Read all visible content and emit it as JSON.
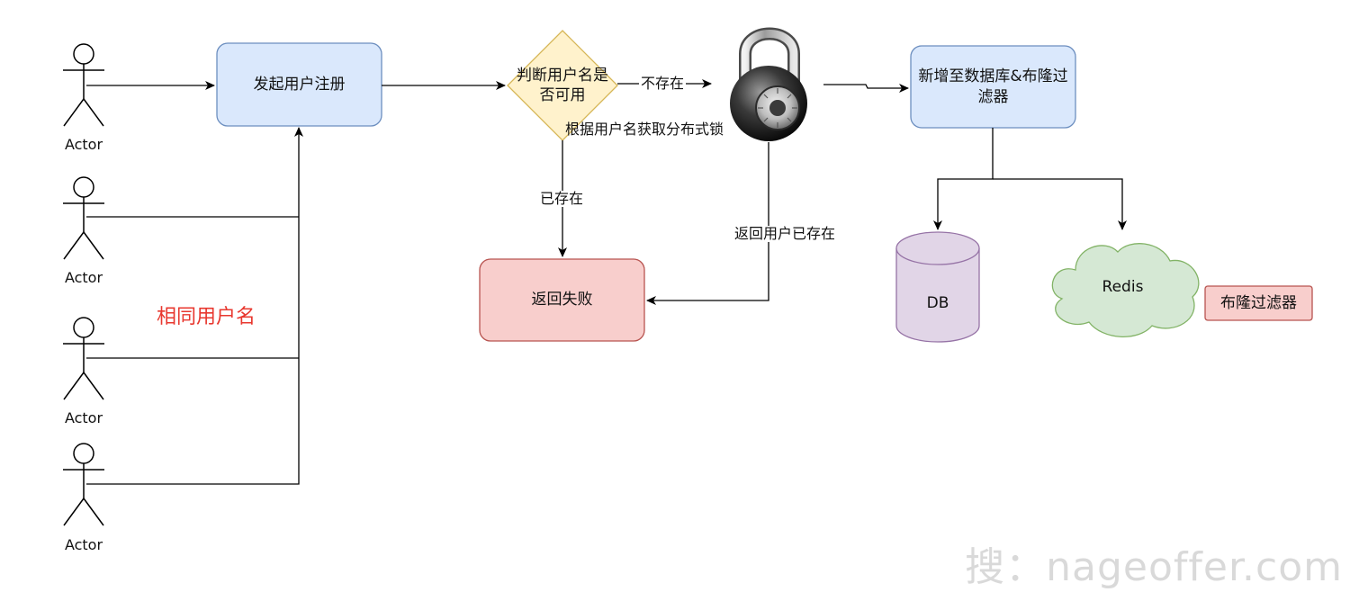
{
  "actors": [
    {
      "label": "Actor"
    },
    {
      "label": "Actor"
    },
    {
      "label": "Actor"
    },
    {
      "label": "Actor"
    }
  ],
  "annotation_same_username": "相同用户名",
  "nodes": {
    "register": "发起用户注册",
    "check_username_line1": "判断用户名是",
    "check_username_line2": "否可用",
    "add_db_line1": "新增至数据库&布隆过",
    "add_db_line2": "滤器",
    "return_fail": "返回失败",
    "db": "DB",
    "redis": "Redis",
    "bloom_filter": "布隆过滤器"
  },
  "edge_labels": {
    "not_exist": "不存在",
    "exists": "已存在",
    "get_lock": "根据用户名获取分布式锁",
    "return_user_exists": "返回用户已存在"
  },
  "watermark": "搜：nageoffer.com",
  "colors": {
    "blue_fill": "#dae8fc",
    "blue_stroke": "#6c8ebf",
    "yellow_fill": "#fff2cc",
    "yellow_stroke": "#d6b656",
    "red_fill": "#f8cecc",
    "red_stroke": "#b85450",
    "purple_fill": "#e1d5e7",
    "purple_stroke": "#9673a6",
    "green_fill": "#d5e8d4",
    "green_stroke": "#82b366",
    "annotation": "#e8382f"
  }
}
